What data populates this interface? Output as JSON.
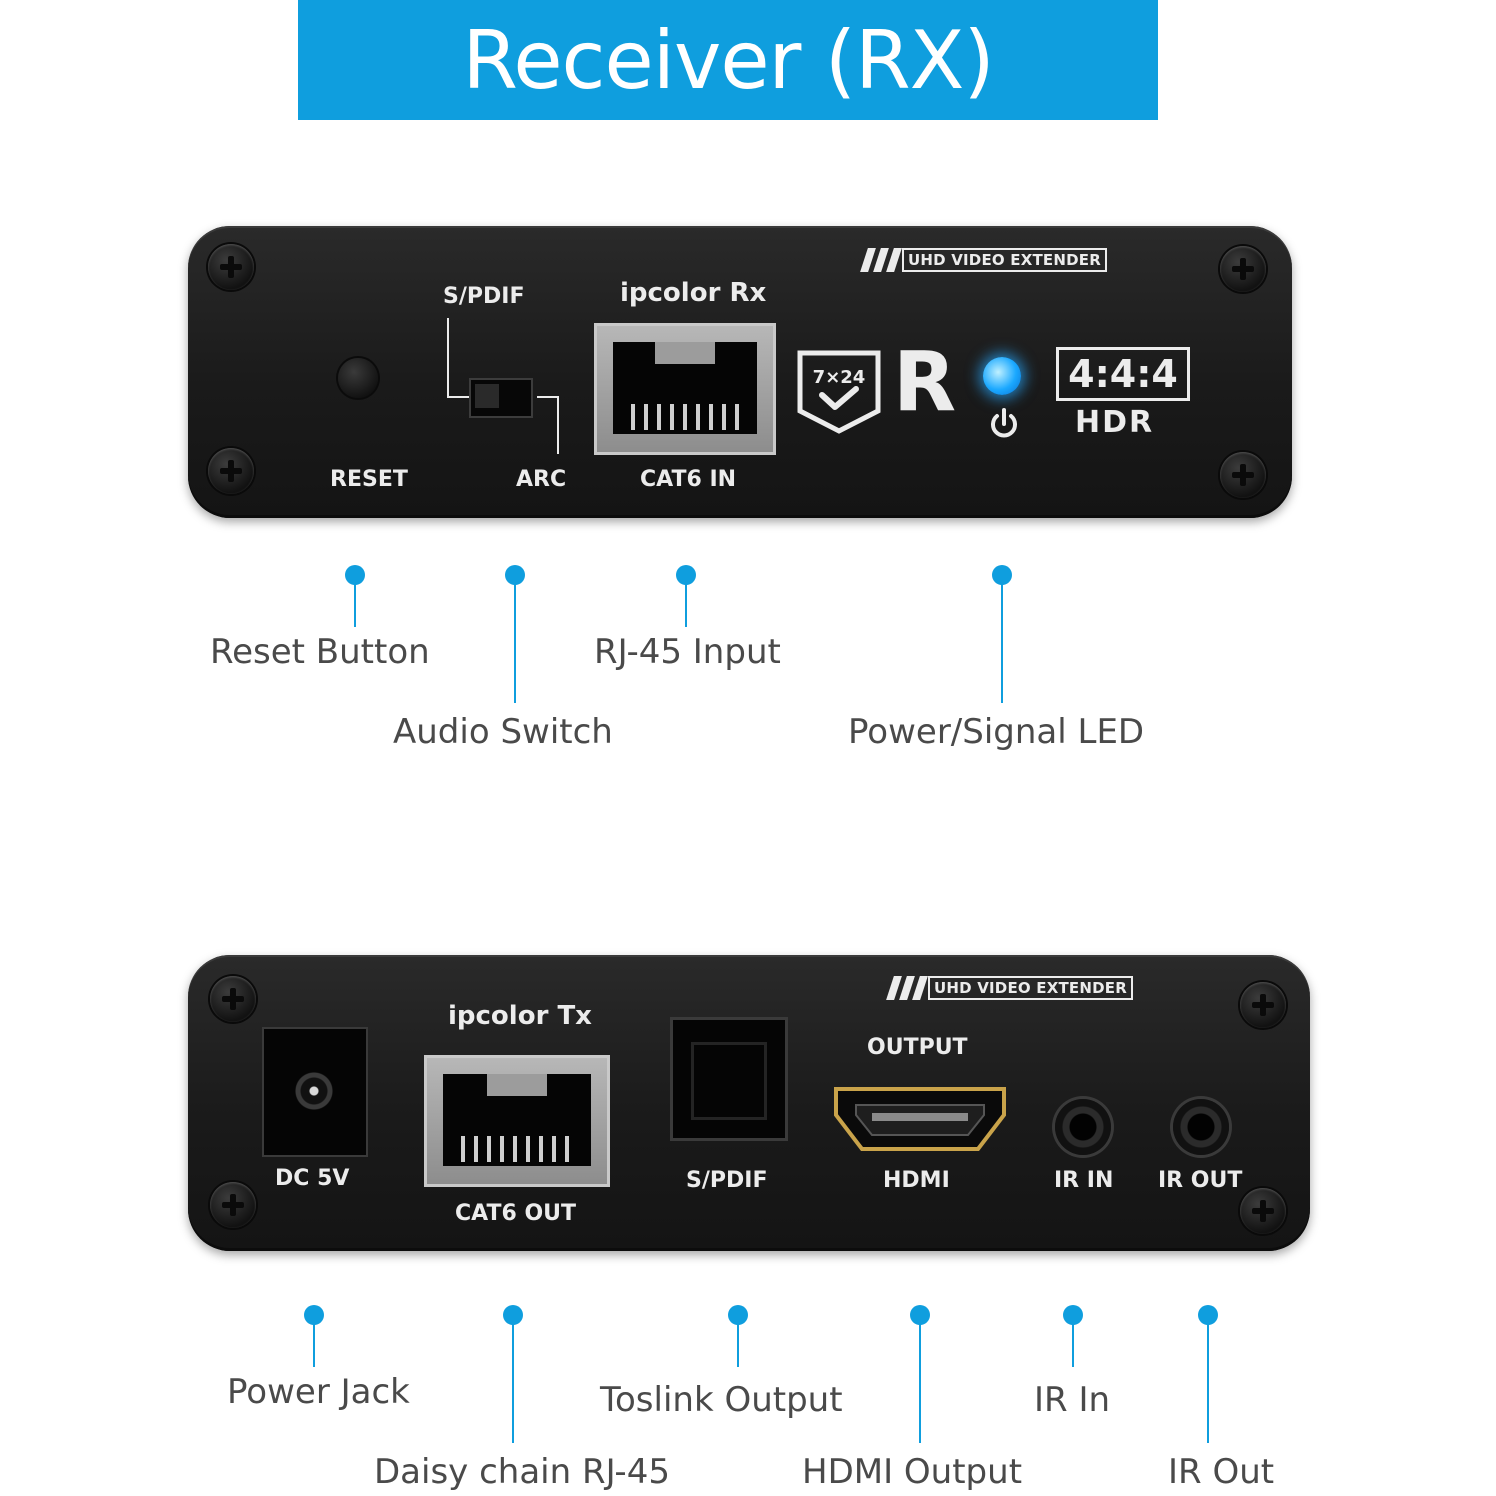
{
  "title": "Receiver (RX)",
  "colors": {
    "accent": "#0f9ede",
    "panel": "#1c1c1c",
    "led": "#1aa8ff",
    "label": "#4a4a4a"
  },
  "front_panel": {
    "badge": "UHD VIDEO EXTENDER",
    "brand": "ipcolor Rx",
    "spdif": "S/PDIF",
    "reset": "RESET",
    "arc": "ARC",
    "cat6": "CAT6 IN",
    "warranty": "7×24",
    "model_letter": "R",
    "chroma": "4:4:4",
    "hdr": "HDR",
    "icons": [
      "checkmark-icon",
      "power-icon"
    ]
  },
  "back_panel": {
    "badge": "UHD VIDEO EXTENDER",
    "brand": "ipcolor Tx",
    "output": "OUTPUT",
    "dc": "DC 5V",
    "cat6": "CAT6 OUT",
    "spdif": "S/PDIF",
    "hdmi": "HDMI",
    "ir_in": "IR IN",
    "ir_out": "IR OUT"
  },
  "top_labels": {
    "reset_button": "Reset Button",
    "audio_switch": "Audio Switch",
    "rj45_input": "RJ-45 Input",
    "led": "Power/Signal LED"
  },
  "bottom_labels": {
    "power_jack": "Power Jack",
    "daisy_chain": "Daisy chain RJ-45",
    "toslink": "Toslink Output",
    "hdmi_output": "HDMI Output",
    "ir_in": "IR In",
    "ir_out": "IR Out"
  }
}
